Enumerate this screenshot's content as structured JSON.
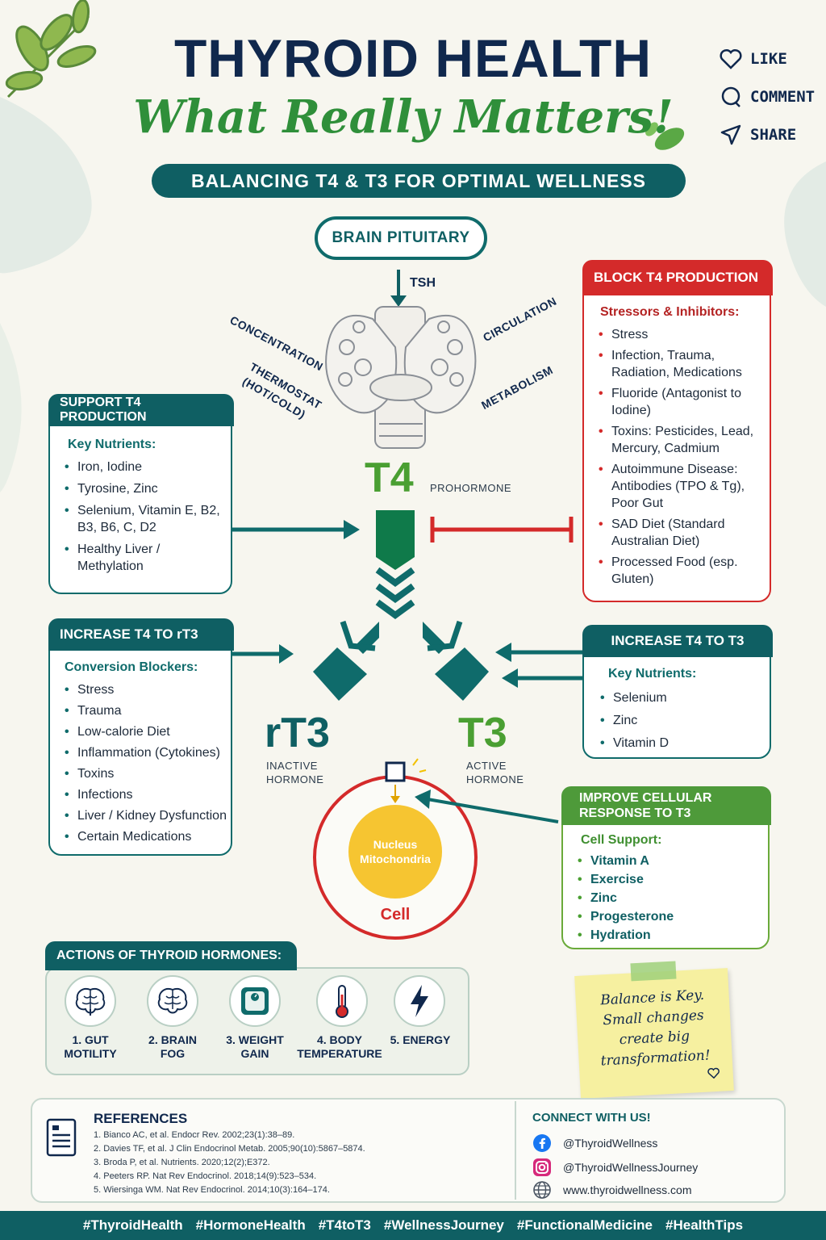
{
  "header": {
    "title": "THYROID HEALTH",
    "subtitle": "What Really Matters!",
    "banner": "BALANCING T4 & T3 FOR OPTIMAL WELLNESS"
  },
  "social": {
    "like": "LIKE",
    "comment": "COMMENT",
    "share": "SHARE"
  },
  "diagram": {
    "brain": "BRAIN PITUITARY",
    "tsh": "TSH",
    "labels": {
      "concentration": "CONCENTRATION",
      "circulation": "CIRCULATION",
      "thermostat_1": "THERMOSTAT",
      "thermostat_2": "(HOT/COLD)",
      "metabolism": "METABOLISM"
    },
    "t4": "T4",
    "prohormone": "PROHORMONE",
    "rt3": "rT3",
    "rt3_cap_1": "INACTIVE",
    "rt3_cap_2": "HORMONE",
    "t3": "T3",
    "t3_cap_1": "ACTIVE",
    "t3_cap_2": "HORMONE",
    "nucleus_1": "Nucleus",
    "nucleus_2": "Mitochondria",
    "cell": "Cell"
  },
  "support_t4": {
    "title": "SUPPORT T4 PRODUCTION",
    "sub": "Key Nutrients:",
    "items": [
      "Iron, Iodine",
      "Tyrosine, Zinc",
      "Selenium, Vitamin E, B2, B3, B6, C, D2",
      "Healthy Liver / Methylation"
    ]
  },
  "block_t4": {
    "title": "BLOCK T4 PRODUCTION",
    "sub": "Stressors & Inhibitors:",
    "items": [
      "Stress",
      "Infection, Trauma, Radiation, Medications",
      "Fluoride (Antagonist to Iodine)",
      "Toxins: Pesticides, Lead, Mercury, Cadmium",
      "Autoimmune Disease: Antibodies (TPO & Tg), Poor Gut",
      "SAD Diet (Standard Australian Diet)",
      "Processed Food (esp. Gluten)"
    ]
  },
  "increase_rt3": {
    "title": "INCREASE T4 TO rT3",
    "sub": "Conversion Blockers:",
    "items": [
      "Stress",
      "Trauma",
      "Low-calorie Diet",
      "Inflammation (Cytokines)",
      "Toxins",
      "Infections",
      "Liver / Kidney Dysfunction",
      "Certain Medications"
    ]
  },
  "increase_t3": {
    "title": "INCREASE T4 TO T3",
    "sub": "Key Nutrients:",
    "items": [
      "Selenium",
      "Zinc",
      "Vitamin D"
    ]
  },
  "cellular": {
    "title_1": "IMPROVE CELLULAR",
    "title_2": "RESPONSE TO T3",
    "sub": "Cell Support:",
    "items": [
      "Vitamin A",
      "Exercise",
      "Zinc",
      "Progesterone",
      "Hydration"
    ]
  },
  "actions": {
    "title": "ACTIONS OF THYROID HORMONES:",
    "items": [
      {
        "l1": "1. GUT",
        "l2": "MOTILITY",
        "icon": "brain-icon"
      },
      {
        "l1": "2. BRAIN",
        "l2": "FOG",
        "icon": "brain-icon"
      },
      {
        "l1": "3. WEIGHT",
        "l2": "GAIN",
        "icon": "scale-icon"
      },
      {
        "l1": "4. BODY",
        "l2": "TEMPERATURE",
        "icon": "thermometer-icon"
      },
      {
        "l1": "5. ENERGY",
        "l2": "",
        "icon": "lightning-icon"
      }
    ]
  },
  "note": {
    "l1": "Balance is Key.",
    "l2": "Small changes",
    "l3": "create big",
    "l4": "transformation!"
  },
  "references": {
    "title": "REFERENCES",
    "items": [
      "1.  Bianco AC, et al. Endocr Rev. 2002;23(1):38–89.",
      "2.  Davies TF, et al. J Clin Endocrinol Metab. 2005;90(10):5867–5874.",
      "3.  Broda P, et al. Nutrients. 2020;12(2);E372.",
      "4.  Peeters RP. Nat Rev Endocrinol. 2018;14(9):523–534.",
      "5.  Wiersinga WM. Nat Rev Endocrinol. 2014;10(3):164–174."
    ]
  },
  "connect": {
    "title": "CONNECT WITH US!",
    "facebook": "@ThyroidWellness",
    "instagram": "@ThyroidWellnessJourney",
    "website": "www.thyroidwellness.com"
  },
  "hashtags": [
    "#ThyroidHealth",
    "#HormoneHealth",
    "#T4toT3",
    "#WellnessJourney",
    "#FunctionalMedicine",
    "#HealthTips"
  ],
  "colors": {
    "navy": "#10284d",
    "teal": "#0f6b6b",
    "green": "#2f8f3a",
    "red": "#d42a2a",
    "yellow": "#f6c531"
  }
}
